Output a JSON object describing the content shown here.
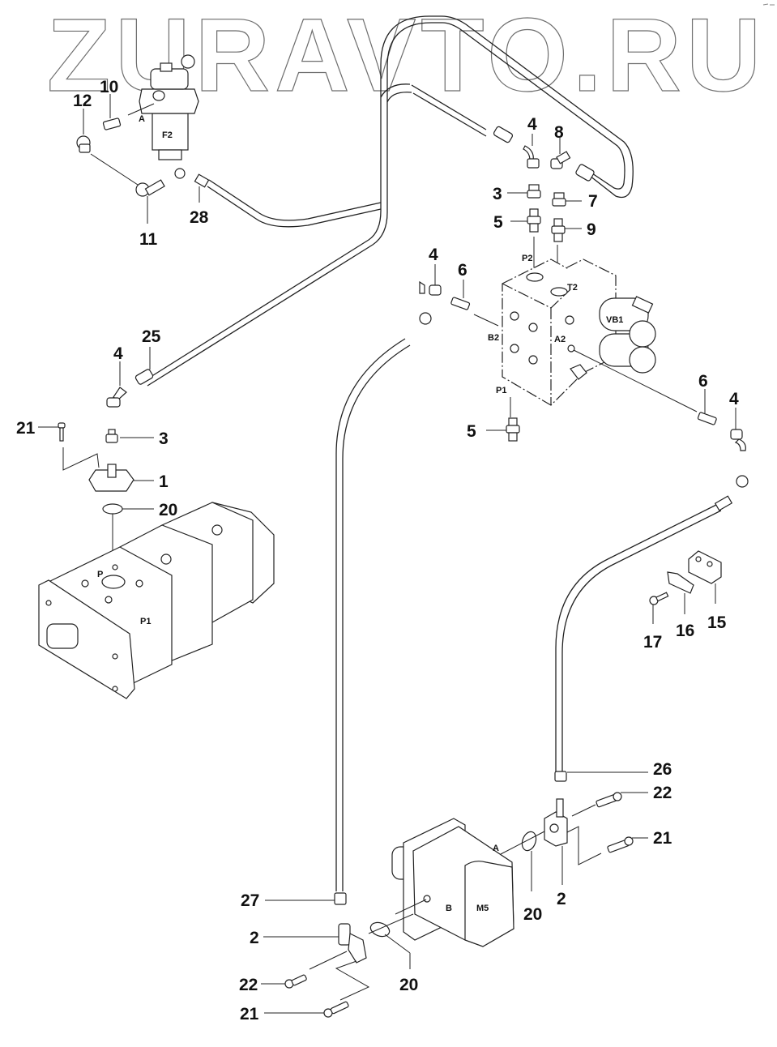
{
  "watermark": "ZURAVTO.RU",
  "components": [
    {
      "id": "filter",
      "label": "F2",
      "port": "A"
    },
    {
      "id": "valve-block",
      "label": "VB1",
      "ports": [
        "P2",
        "T2",
        "B2",
        "A2",
        "P1"
      ]
    },
    {
      "id": "pump",
      "label": "P1",
      "port": "P"
    },
    {
      "id": "motor",
      "label": "M5",
      "ports": [
        "A",
        "B"
      ]
    }
  ],
  "callouts": {
    "c10": "10",
    "c12": "12",
    "c11": "11",
    "c28": "28",
    "c4a": "4",
    "c8": "8",
    "c3a": "3",
    "c7": "7",
    "c5a": "5",
    "c9": "9",
    "c4b": "4",
    "c6a": "6",
    "c25": "25",
    "c4c": "4",
    "c6b": "6",
    "c4d": "4",
    "c5b": "5",
    "c21a": "21",
    "c3b": "3",
    "c1": "1",
    "c20a": "20",
    "c15": "15",
    "c16": "16",
    "c17": "17",
    "c26": "26",
    "c22a": "22",
    "c21b": "21",
    "c2a": "2",
    "c20b": "20",
    "c27": "27",
    "c2b": "2",
    "c22b": "22",
    "c21c": "21",
    "c20c": "20"
  },
  "ports": {
    "filter_a": "A",
    "filter_f2": "F2",
    "vb_p2": "P2",
    "vb_t2": "T2",
    "vb_b2": "B2",
    "vb_a2": "A2",
    "vb_p1": "P1",
    "vb_vb1": "VB1",
    "pump_p": "P",
    "pump_p1": "P1",
    "motor_a": "A",
    "motor_b": "B",
    "motor_m5": "M5"
  }
}
